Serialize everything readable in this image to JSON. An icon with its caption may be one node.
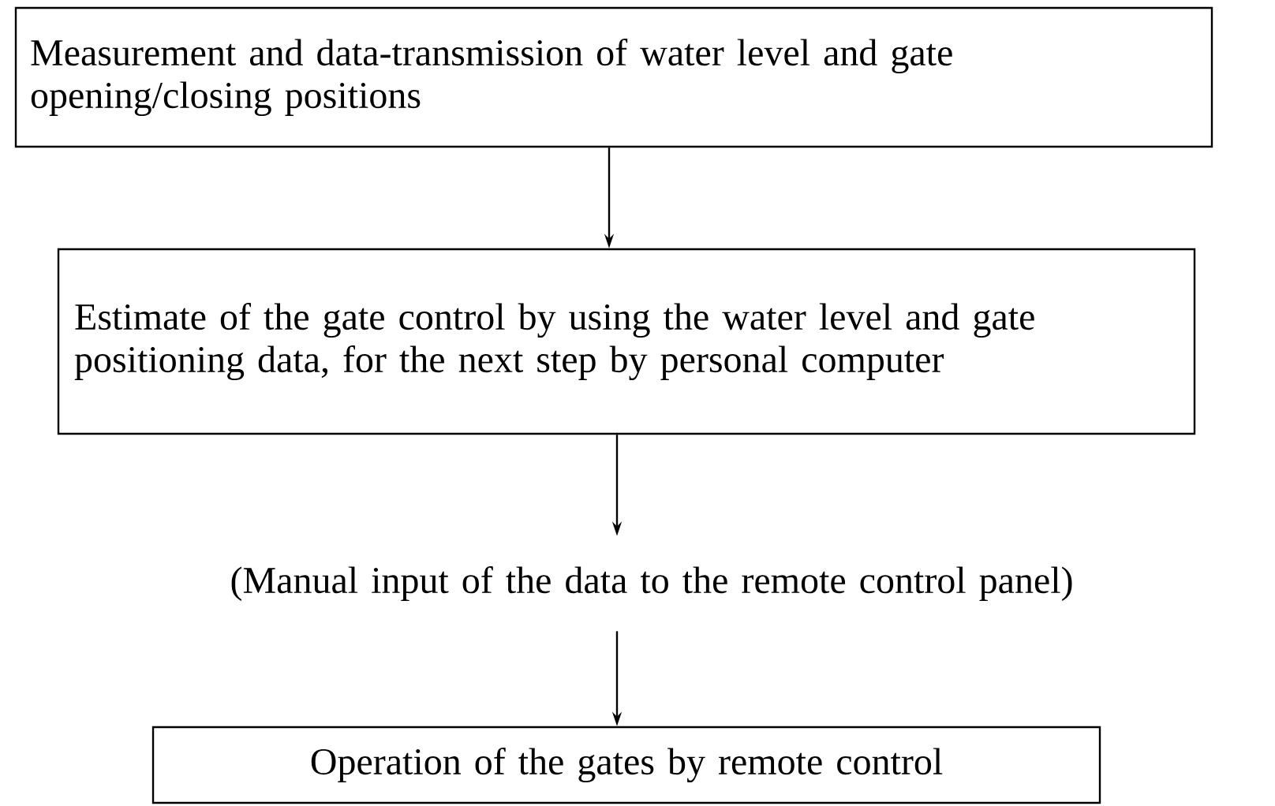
{
  "diagram": {
    "nodes": [
      {
        "text": [
          "Measurement and data-transmission of water level and gate opening/closing positions"
        ]
      },
      {
        "text": [
          "Estimate of the gate control by using the water level and gate positioning data, for the next step by personal computer"
        ]
      },
      {
        "text": [
          "(Manual input of the data to the remote control panel)"
        ]
      },
      {
        "text": [
          "Operation of the gates by remote control"
        ]
      }
    ],
    "edges": [
      {
        "from": 0,
        "to": 1,
        "arrow": "to"
      },
      {
        "from": 1,
        "to": 2,
        "arrow": "to"
      },
      {
        "from": 2,
        "to": 3,
        "arrow": "to"
      }
    ]
  }
}
